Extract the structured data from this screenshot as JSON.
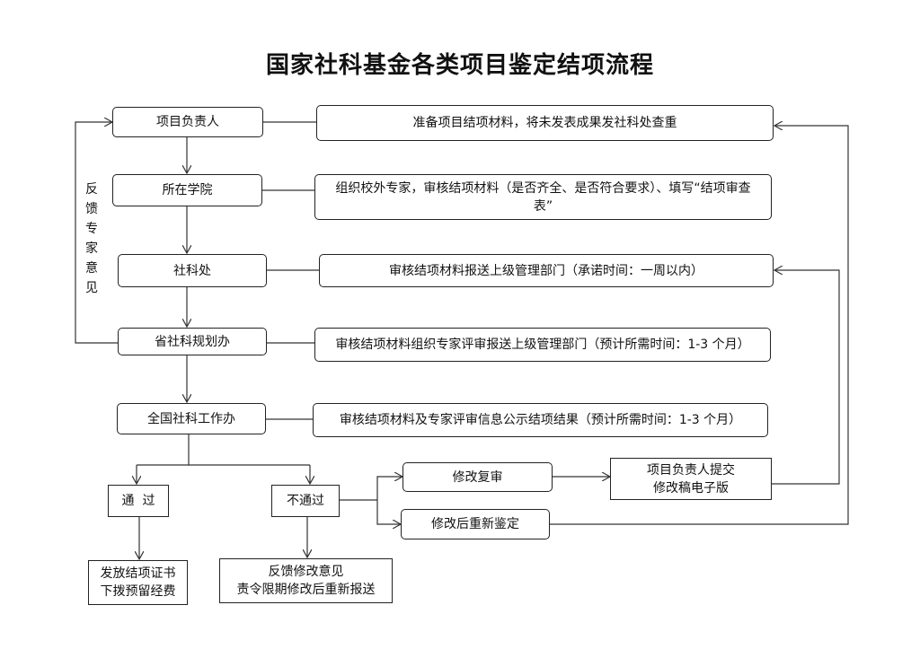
{
  "title": "国家社科基金各类项目鉴定结项流程",
  "feedback_label": "反馈专家意见",
  "steps": [
    {
      "name": "项目负责人",
      "desc": "准备项目结项材料，将未发表成果发社科处查重"
    },
    {
      "name": "所在学院",
      "desc": "组织校外专家，审核结项材料（是否齐全、是否符合要求）、填写“结项审查表”"
    },
    {
      "name": "社科处",
      "desc": "审核结项材料报送上级管理部门（承诺时间：一周以内）"
    },
    {
      "name": "省社科规划办",
      "desc": "审核结项材料组织专家评审报送上级管理部门（预计所需时间：1-3 个月）"
    },
    {
      "name": "全国社科工作办",
      "desc": "审核结项材料及专家评审信息公示结项结果（预计所需时间：1-3 个月）"
    }
  ],
  "outcomes": {
    "pass": "通  过",
    "fail": "不通过",
    "pass_result": [
      "发放结项证书",
      "下拨预留经费"
    ],
    "fail_result": [
      "反馈修改意见",
      "责令限期修改后重新报送"
    ],
    "revise_review": "修改复审",
    "submit_revision": [
      "项目负责人提交",
      "修改稿电子版"
    ],
    "re_appraise": "修改后重新鉴定"
  }
}
